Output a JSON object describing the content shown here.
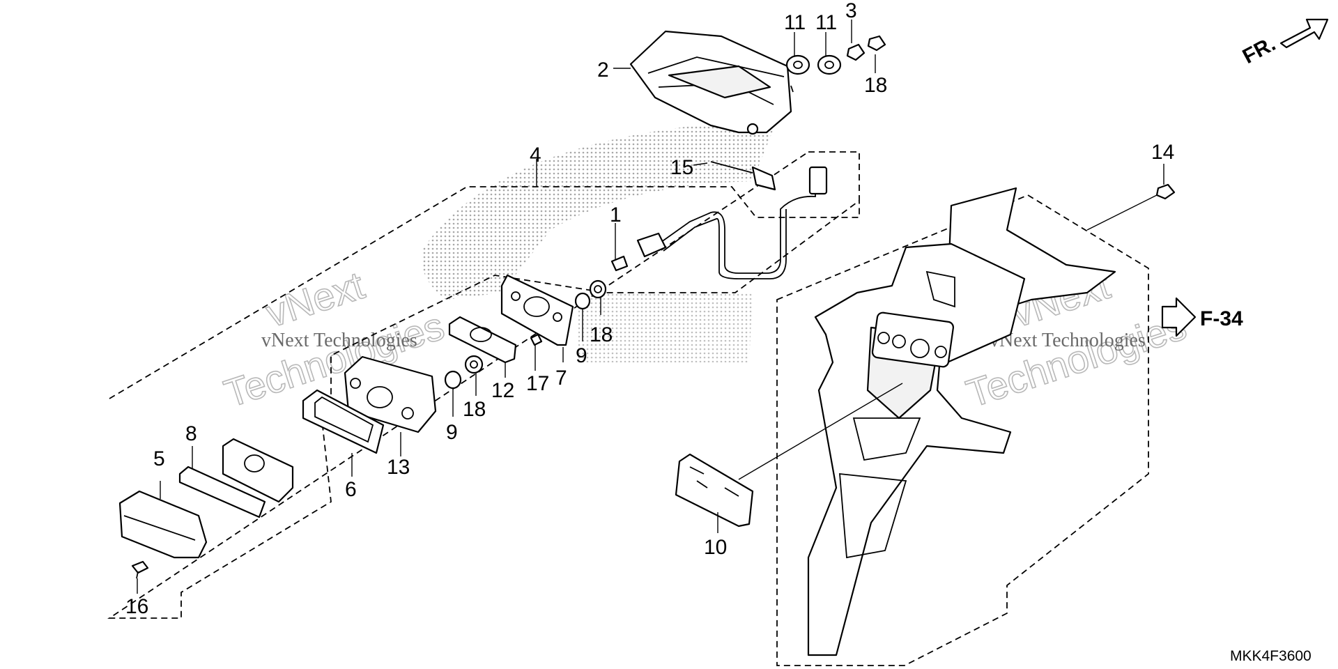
{
  "callouts": {
    "c1": "1",
    "c2": "2",
    "c3": "3",
    "c4": "4",
    "c5": "5",
    "c6": "6",
    "c7": "7",
    "c8": "8",
    "c9a": "9",
    "c9b": "9",
    "c10": "10",
    "c11a": "11",
    "c11b": "11",
    "c12": "12",
    "c13": "13",
    "c14": "14",
    "c15": "15",
    "c16": "16",
    "c17": "17",
    "c18a": "18",
    "c18b": "18",
    "c18c": "18"
  },
  "direction_label": "FR.",
  "reference_label": "F-34",
  "diagram_code": "MKK4F3600",
  "watermark": {
    "line1": "vNext",
    "line2": "Technologies",
    "caption": "vNext Technologies"
  },
  "colors": {
    "ink": "#000000",
    "watermark": "#b8b8b8",
    "background": "#ffffff"
  }
}
